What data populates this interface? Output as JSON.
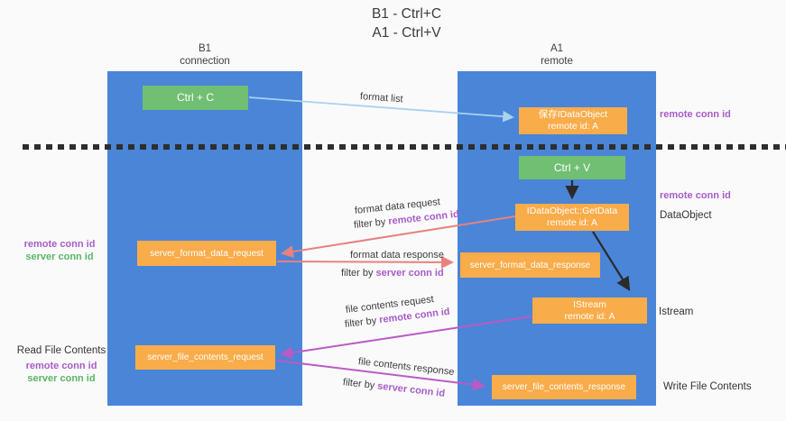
{
  "title": {
    "line1": "B1 - Ctrl+C",
    "line2": "A1 - Ctrl+V"
  },
  "lanes": {
    "left": {
      "name": "B1",
      "role": "connection"
    },
    "right": {
      "name": "A1",
      "role": "remote"
    }
  },
  "nodes": {
    "ctrl_c": "Ctrl + C",
    "ctrl_v": "Ctrl + V",
    "save_idataobject": {
      "line1": "保存IDataObject",
      "line2": "remote id: A"
    },
    "getdata": {
      "line1": "IDataObject::GetData",
      "line2": "remote id: A"
    },
    "istream": {
      "line1": "IStream",
      "line2": "remote id: A"
    },
    "server_format_data_request": "server_format_data_request",
    "server_format_data_response": "server_format_data_response",
    "server_file_contents_request": "server_file_contents_request",
    "server_file_contents_response": "server_file_contents_response"
  },
  "arrow_labels": {
    "format_list": "format list",
    "format_data_request": "format data request",
    "format_data_response": "format data response",
    "file_contents_request": "file contents request",
    "file_contents_response": "file contents response",
    "filter_by": "filter by ",
    "remote_conn_id": "remote conn id",
    "server_conn_id": "server conn id"
  },
  "side_labels": {
    "remote_conn_id": "remote conn id",
    "server_conn_id": "server conn id",
    "dataobject": "DataObject",
    "istream": "Istream",
    "read_file_contents": "Read File Contents",
    "write_file_contents": "Write File Contents"
  },
  "colors": {
    "lane-blue": "#4a85d8",
    "node-green": "#71bf73",
    "node-orange": "#f9ac4a",
    "label-purple": "#a85cc8",
    "label-green": "#5bb566",
    "arrow-blue": "#a9d2ee",
    "arrow-salmon": "#e8817f",
    "arrow-magenta": "#bb5ac5",
    "arrow-black": "#2b2b2b",
    "text-dark": "#3c3c3c",
    "page-bg": "#fafafa"
  }
}
